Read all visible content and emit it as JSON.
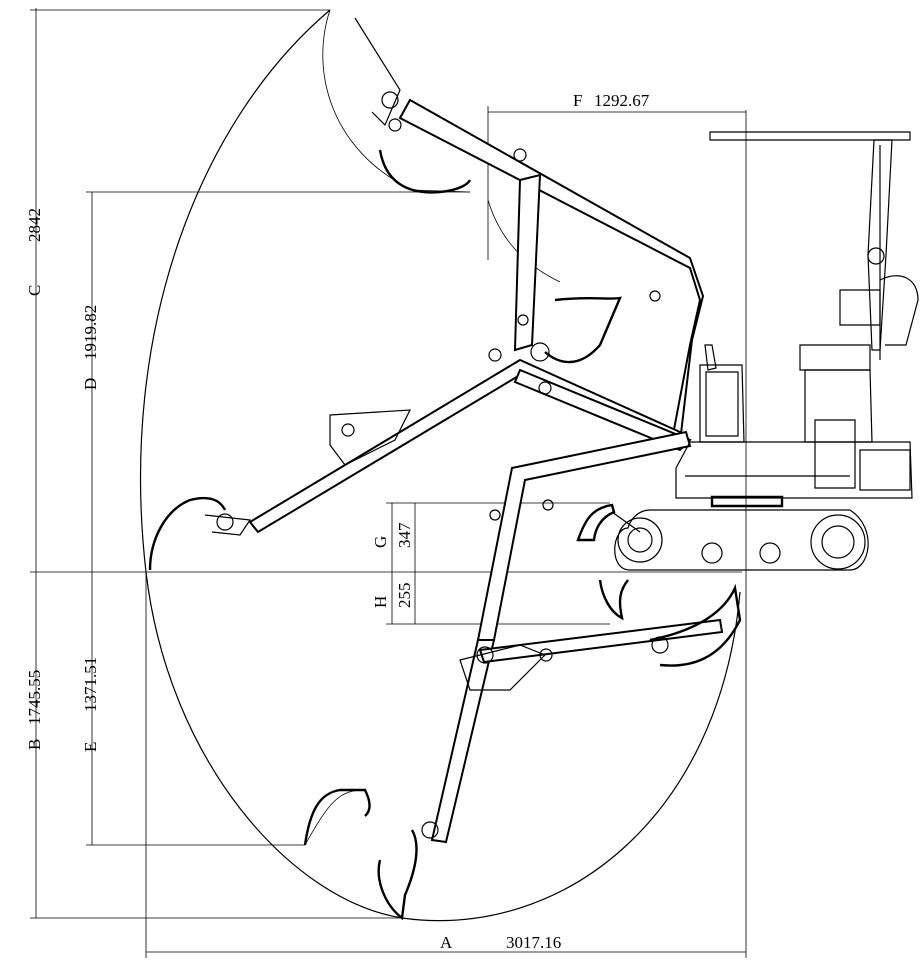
{
  "dimensions": {
    "A": {
      "letter": "A",
      "value": "3017.16"
    },
    "B": {
      "letter": "B",
      "value": "1745.55"
    },
    "C": {
      "letter": "C",
      "value": "2842"
    },
    "D": {
      "letter": "D",
      "value": "1919.82"
    },
    "E": {
      "letter": "E",
      "value": "1371.51"
    },
    "F": {
      "letter": "F",
      "value": "1292.67"
    },
    "G": {
      "letter": "G",
      "value": "347"
    },
    "H": {
      "letter": "H",
      "value": "255"
    }
  }
}
